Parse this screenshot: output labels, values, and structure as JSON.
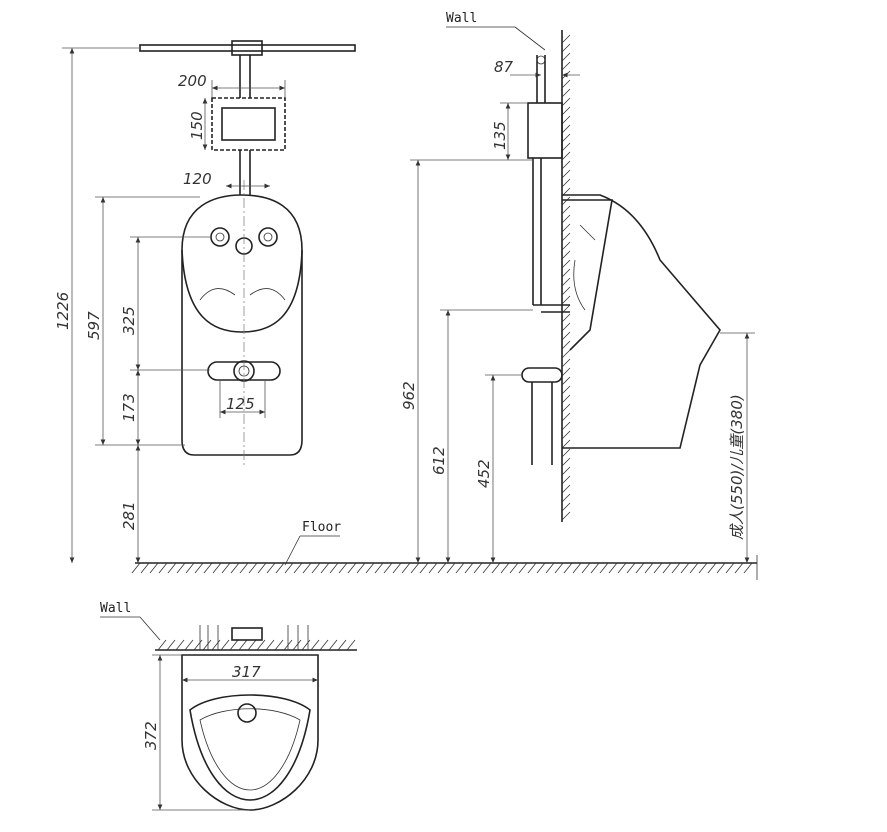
{
  "labels": {
    "wall_side": "Wall",
    "wall_top": "Wall",
    "floor": "Floor"
  },
  "dimensions": {
    "pipe_width": "200",
    "box_height": "150",
    "inlet_spacing": "120",
    "total_height": "1226",
    "body_height": "597",
    "inlet_to_outlet": "325",
    "outlet_to_bottom": "173",
    "outlet_width": "125",
    "bottom_to_floor": "281",
    "wall_offset": "87",
    "valve_height": "135",
    "inlet_from_floor": "962",
    "mid_from_floor": "612",
    "outlet_from_floor": "452",
    "rim_height": "成人(550)/儿童(380)",
    "plan_width": "317",
    "plan_depth": "372"
  }
}
